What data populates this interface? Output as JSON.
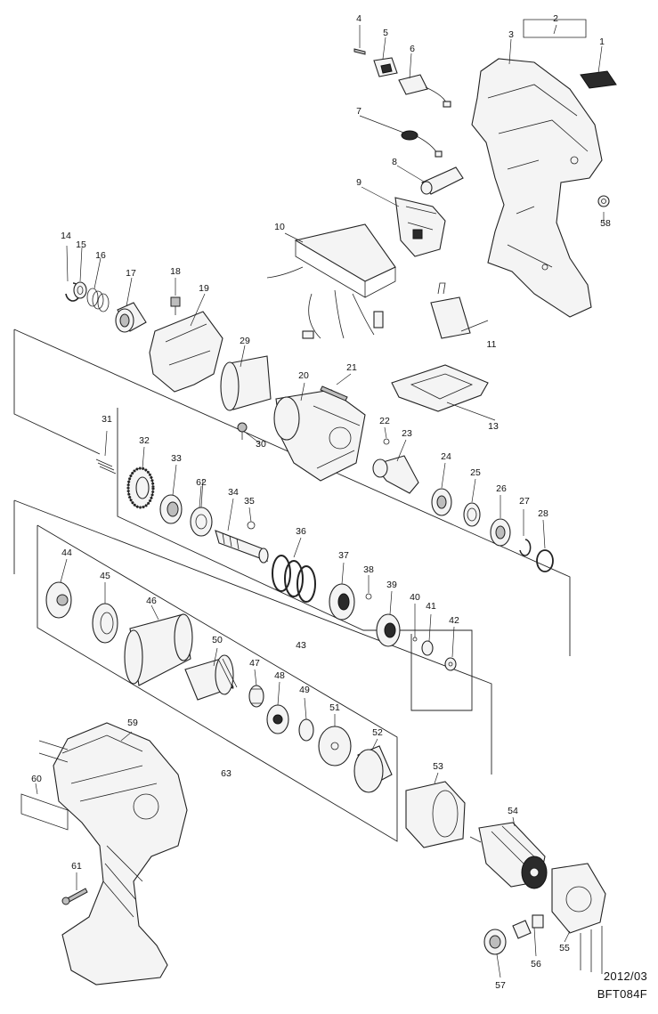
{
  "diagram": {
    "footer": {
      "date": "2012/03",
      "code": "BFT084F"
    },
    "part_numbers": [
      {
        "id": "p1",
        "label": "1"
      },
      {
        "id": "p2",
        "label": "2"
      },
      {
        "id": "p3",
        "label": "3"
      },
      {
        "id": "p4",
        "label": "4"
      },
      {
        "id": "p5",
        "label": "5"
      },
      {
        "id": "p6",
        "label": "6"
      },
      {
        "id": "p7",
        "label": "7"
      },
      {
        "id": "p8",
        "label": "8"
      },
      {
        "id": "p9",
        "label": "9"
      },
      {
        "id": "p10",
        "label": "10"
      },
      {
        "id": "p11",
        "label": "11"
      },
      {
        "id": "p13",
        "label": "13"
      },
      {
        "id": "p14",
        "label": "14"
      },
      {
        "id": "p15",
        "label": "15"
      },
      {
        "id": "p16",
        "label": "16"
      },
      {
        "id": "p17",
        "label": "17"
      },
      {
        "id": "p18",
        "label": "18"
      },
      {
        "id": "p19",
        "label": "19"
      },
      {
        "id": "p20",
        "label": "20"
      },
      {
        "id": "p21",
        "label": "21"
      },
      {
        "id": "p22",
        "label": "22"
      },
      {
        "id": "p23",
        "label": "23"
      },
      {
        "id": "p24",
        "label": "24"
      },
      {
        "id": "p25",
        "label": "25"
      },
      {
        "id": "p26",
        "label": "26"
      },
      {
        "id": "p27",
        "label": "27"
      },
      {
        "id": "p28",
        "label": "28"
      },
      {
        "id": "p29",
        "label": "29"
      },
      {
        "id": "p30",
        "label": "30"
      },
      {
        "id": "p31",
        "label": "31"
      },
      {
        "id": "p32",
        "label": "32"
      },
      {
        "id": "p33",
        "label": "33"
      },
      {
        "id": "p34",
        "label": "34"
      },
      {
        "id": "p35",
        "label": "35"
      },
      {
        "id": "p36",
        "label": "36"
      },
      {
        "id": "p37",
        "label": "37"
      },
      {
        "id": "p38",
        "label": "38"
      },
      {
        "id": "p39",
        "label": "39"
      },
      {
        "id": "p40",
        "label": "40"
      },
      {
        "id": "p41",
        "label": "41"
      },
      {
        "id": "p42",
        "label": "42"
      },
      {
        "id": "p43",
        "label": "43"
      },
      {
        "id": "p44",
        "label": "44"
      },
      {
        "id": "p45",
        "label": "45"
      },
      {
        "id": "p46",
        "label": "46"
      },
      {
        "id": "p47",
        "label": "47"
      },
      {
        "id": "p48",
        "label": "48"
      },
      {
        "id": "p49",
        "label": "49"
      },
      {
        "id": "p50",
        "label": "50"
      },
      {
        "id": "p51",
        "label": "51"
      },
      {
        "id": "p52",
        "label": "52"
      },
      {
        "id": "p53",
        "label": "53"
      },
      {
        "id": "p54",
        "label": "54"
      },
      {
        "id": "p55",
        "label": "55"
      },
      {
        "id": "p56",
        "label": "56"
      },
      {
        "id": "p57",
        "label": "57"
      },
      {
        "id": "p58",
        "label": "58"
      },
      {
        "id": "p59",
        "label": "59"
      },
      {
        "id": "p60",
        "label": "60"
      },
      {
        "id": "p61",
        "label": "61"
      },
      {
        "id": "p62",
        "label": "62"
      },
      {
        "id": "p63",
        "label": "63"
      }
    ]
  }
}
